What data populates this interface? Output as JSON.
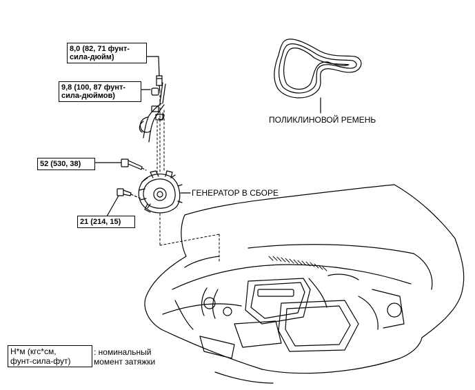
{
  "callouts": {
    "bolt_top": "8,0 (82, 71 фунт-\nсила-дюйм)",
    "nut": "9,8 (100, 87 фунт-\nсила-дюймов)",
    "bolt_long": "52 (530, 38)",
    "bolt_short": "21 (214, 15)"
  },
  "labels": {
    "belt": "ПОЛИКЛИНОВОЙ РЕМЕНЬ",
    "alternator": "ГЕНЕРАТОР В СБОРЕ"
  },
  "legend": {
    "unit": "Н*м (кгс*см,\nфунт-сила-фут)",
    "description": ": номинальный\nмомент затяжки"
  }
}
